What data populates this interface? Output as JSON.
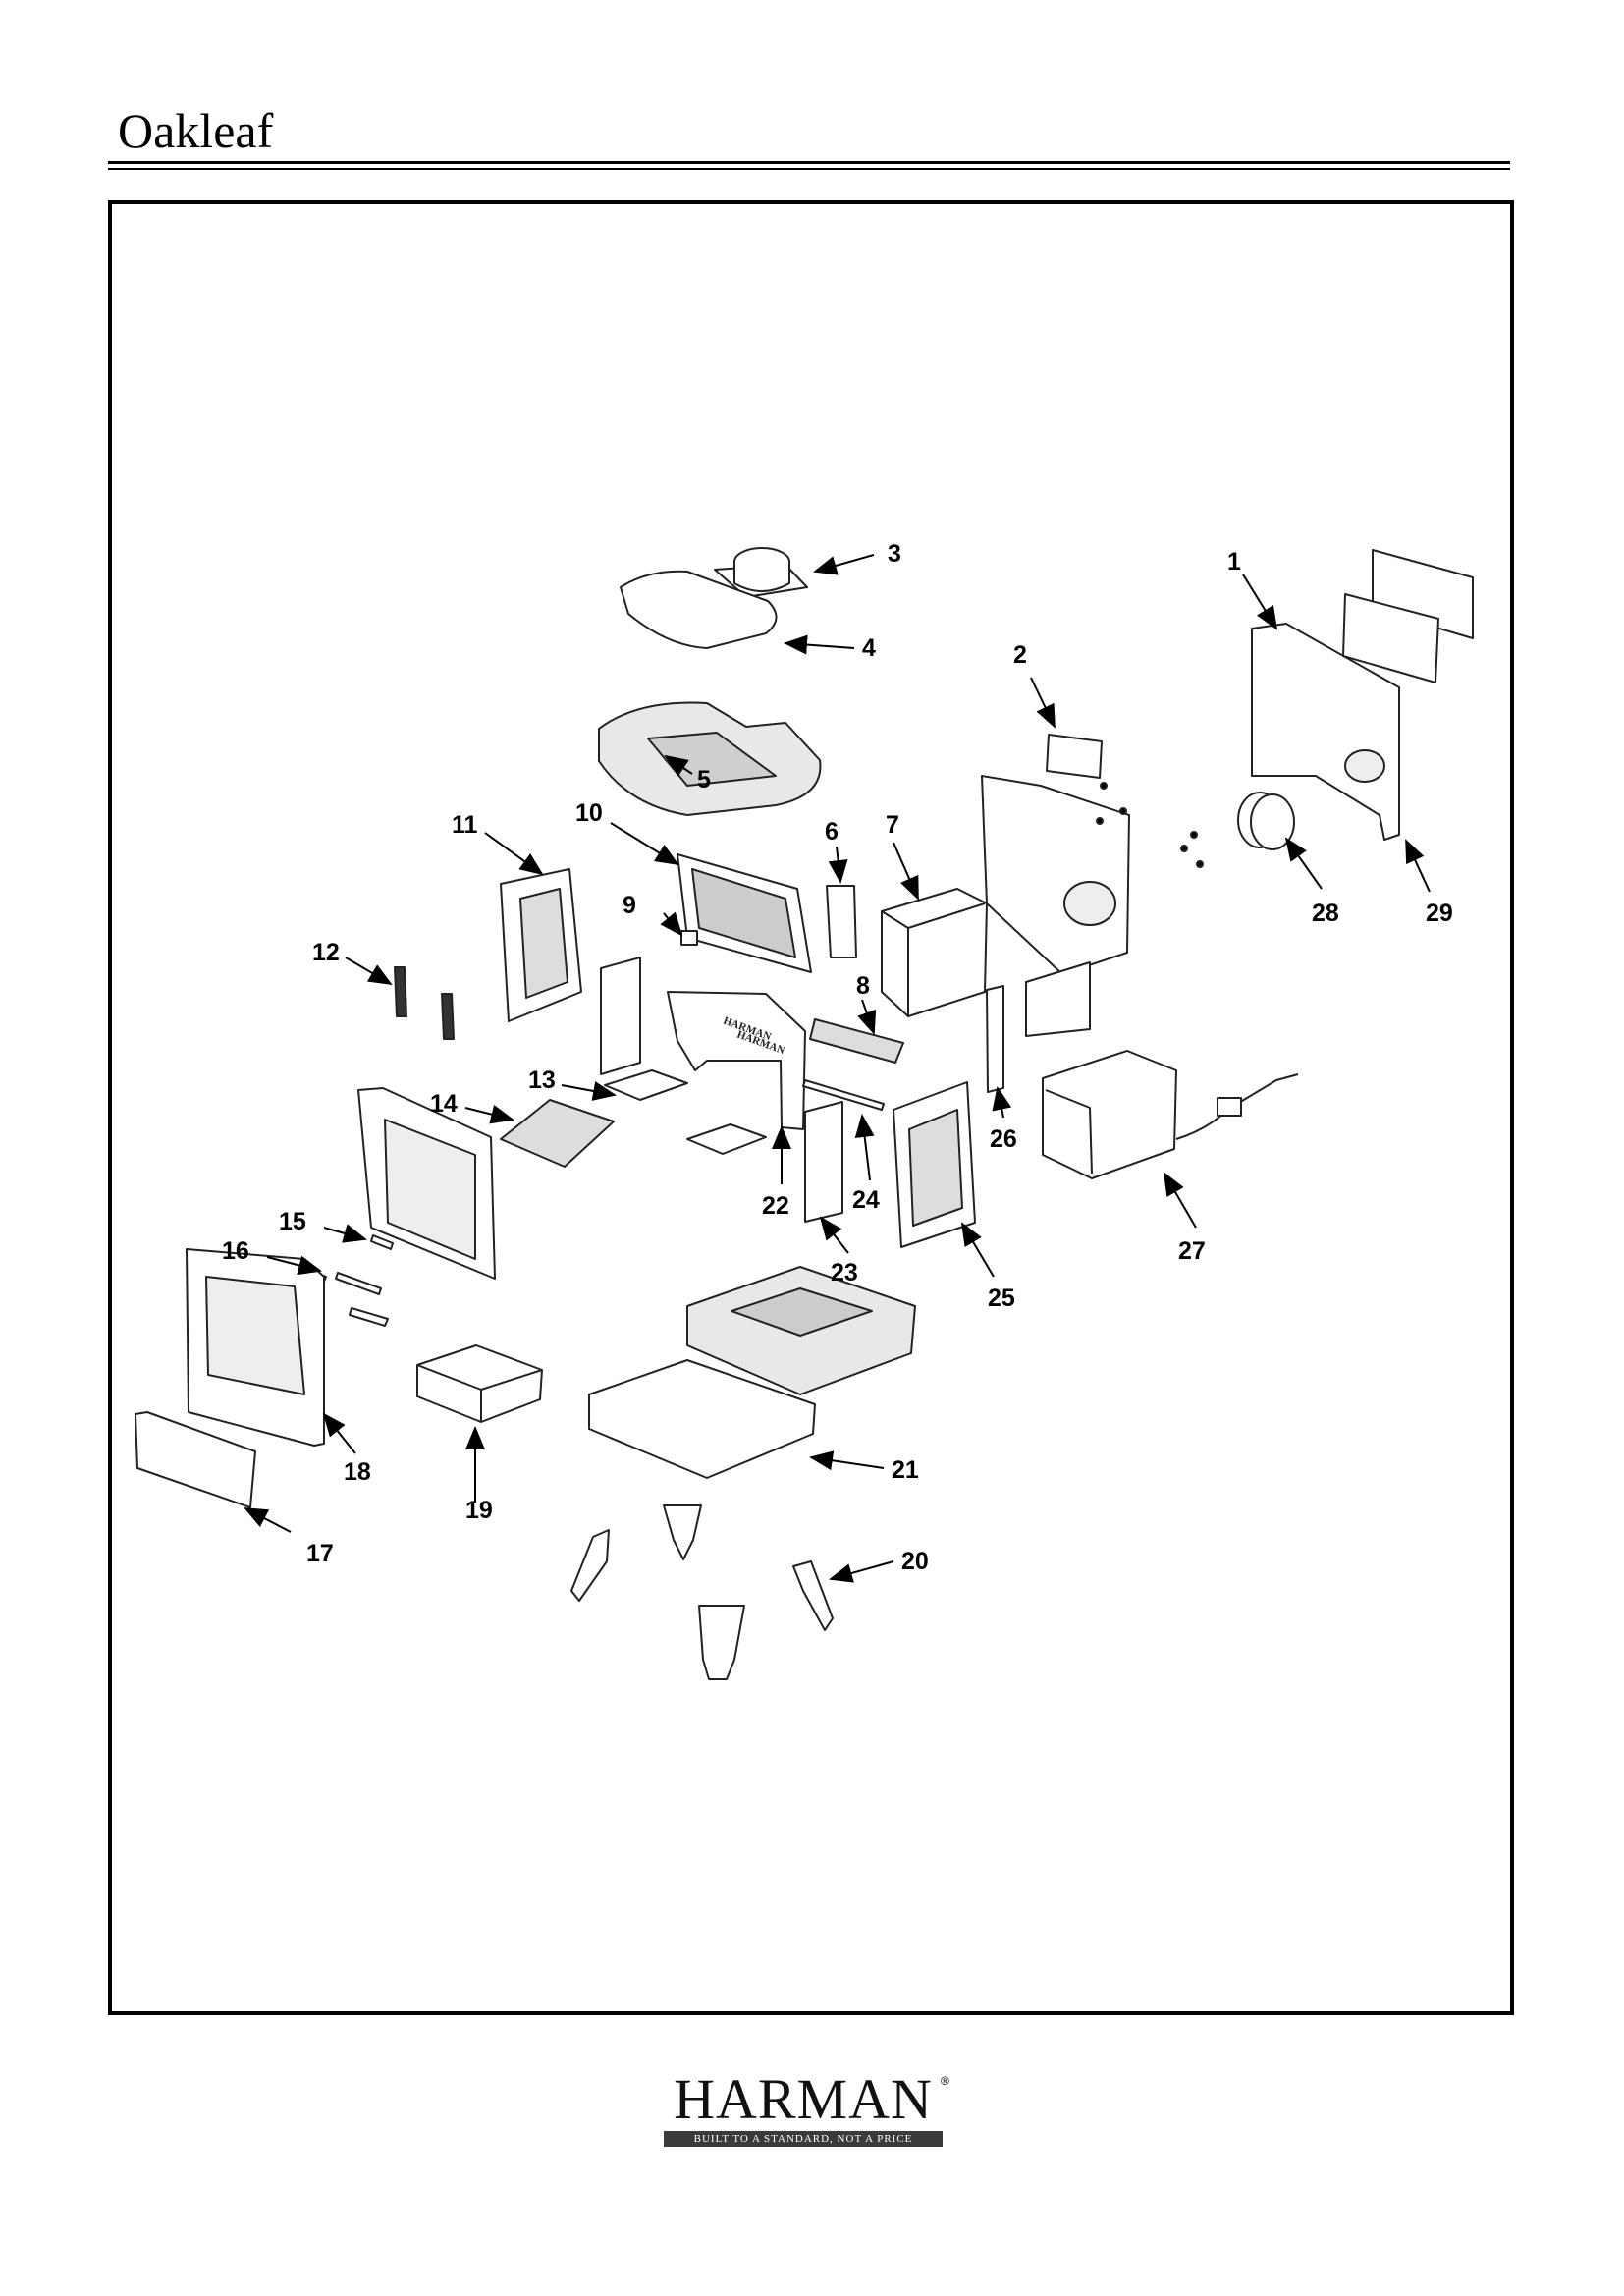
{
  "header": {
    "title": "Oakleaf"
  },
  "diagram": {
    "callouts": [
      {
        "id": "1",
        "label": "1"
      },
      {
        "id": "2",
        "label": "2"
      },
      {
        "id": "3",
        "label": "3"
      },
      {
        "id": "4",
        "label": "4"
      },
      {
        "id": "5",
        "label": "5"
      },
      {
        "id": "6",
        "label": "6"
      },
      {
        "id": "7",
        "label": "7"
      },
      {
        "id": "8",
        "label": "8"
      },
      {
        "id": "9",
        "label": "9"
      },
      {
        "id": "10",
        "label": "10"
      },
      {
        "id": "11",
        "label": "11"
      },
      {
        "id": "12",
        "label": "12"
      },
      {
        "id": "13",
        "label": "13"
      },
      {
        "id": "14",
        "label": "14"
      },
      {
        "id": "15",
        "label": "15"
      },
      {
        "id": "16",
        "label": "16"
      },
      {
        "id": "17",
        "label": "17"
      },
      {
        "id": "18",
        "label": "18"
      },
      {
        "id": "19",
        "label": "19"
      },
      {
        "id": "20",
        "label": "20"
      },
      {
        "id": "21",
        "label": "21"
      },
      {
        "id": "22",
        "label": "22"
      },
      {
        "id": "23",
        "label": "23"
      },
      {
        "id": "24",
        "label": "24"
      },
      {
        "id": "25",
        "label": "25"
      },
      {
        "id": "26",
        "label": "26"
      },
      {
        "id": "27",
        "label": "27"
      },
      {
        "id": "28",
        "label": "28"
      },
      {
        "id": "29",
        "label": "29"
      }
    ],
    "casting_marks": [
      "HARMAN",
      "HARMAN"
    ]
  },
  "footer": {
    "brand": "HARMAN",
    "registered": "®",
    "tagline": "BUILT TO A STANDARD, NOT A PRICE"
  }
}
